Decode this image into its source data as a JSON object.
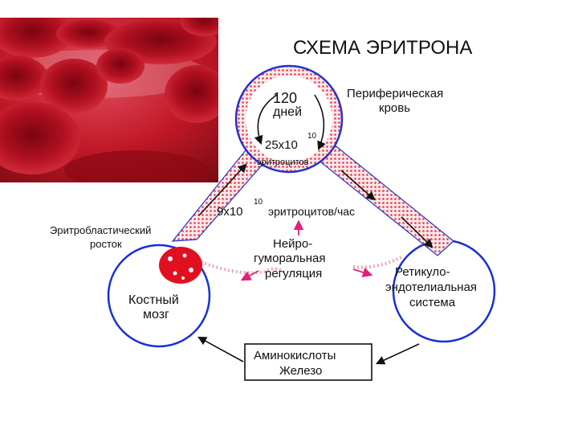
{
  "title": "СХЕМА ЭРИТРОНА",
  "photo": {
    "subject": "red blood cells photograph",
    "bg_color": "#c2202c",
    "cell_color": "#a8101c"
  },
  "colors": {
    "circle_stroke": "#1a2fd6",
    "band_stroke": "#2233cc",
    "dots": "#e03a4a",
    "marrow": "#e01020",
    "magenta_arrow": "#e0207a",
    "arrow": "#111111"
  },
  "labels": {
    "peripheral_blood_1": "Периферическая",
    "peripheral_blood_2": "кровь",
    "days_num": "120",
    "days_word": "дней",
    "count_base": "25x10",
    "count_exp": "10",
    "count_unit": "эритроцитов",
    "rate_base": "9x10",
    "rate_exp": "10",
    "rate_unit": "эритроцитов/час",
    "erythro_1": "Эритробластический",
    "erythro_2": "росток",
    "neuro_1": "Нейро-",
    "neuro_2": "гуморальная",
    "neuro_3": "регуляция",
    "marrow_1": "Костный",
    "marrow_2": "мозг",
    "res_1": "Ретикуло-",
    "res_2": "эндотелиальная",
    "res_3": "система",
    "box_1": "Аминокислоты",
    "box_2": "Железо"
  }
}
